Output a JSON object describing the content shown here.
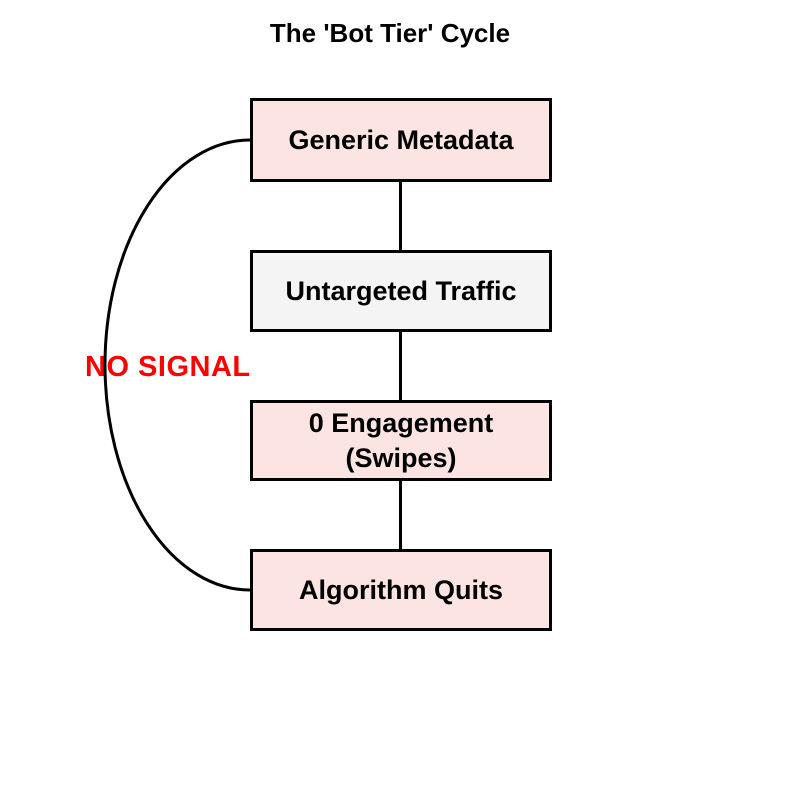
{
  "title": "The 'Bot Tier' Cycle",
  "diagram": {
    "nodes": [
      {
        "id": "generic-metadata",
        "label": "Generic Metadata",
        "fill": "#FCE4E2"
      },
      {
        "id": "untargeted-traffic",
        "label": "Untargeted Traffic",
        "fill": "#F4F4F4"
      },
      {
        "id": "zero-engagement",
        "label": "0 Engagement\n(Swipes)",
        "fill": "#FCE4E2"
      },
      {
        "id": "algorithm-quits",
        "label": "Algorithm Quits",
        "fill": "#FCE4E2"
      }
    ],
    "edges": [
      {
        "from": "generic-metadata",
        "to": "untargeted-traffic",
        "label": ""
      },
      {
        "from": "untargeted-traffic",
        "to": "zero-engagement",
        "label": ""
      },
      {
        "from": "zero-engagement",
        "to": "algorithm-quits",
        "label": ""
      },
      {
        "from": "algorithm-quits",
        "to": "generic-metadata",
        "label": "NO SIGNAL"
      }
    ],
    "edge_label": {
      "text": "NO SIGNAL",
      "color": "#FF0000"
    },
    "colors": {
      "node_border": "#000000",
      "connector_line": "#000000",
      "pink_fill": "#FCE4E2",
      "gray_fill": "#F4F4F4",
      "label_red": "#FF0000",
      "background": "#FFFFFF"
    }
  }
}
